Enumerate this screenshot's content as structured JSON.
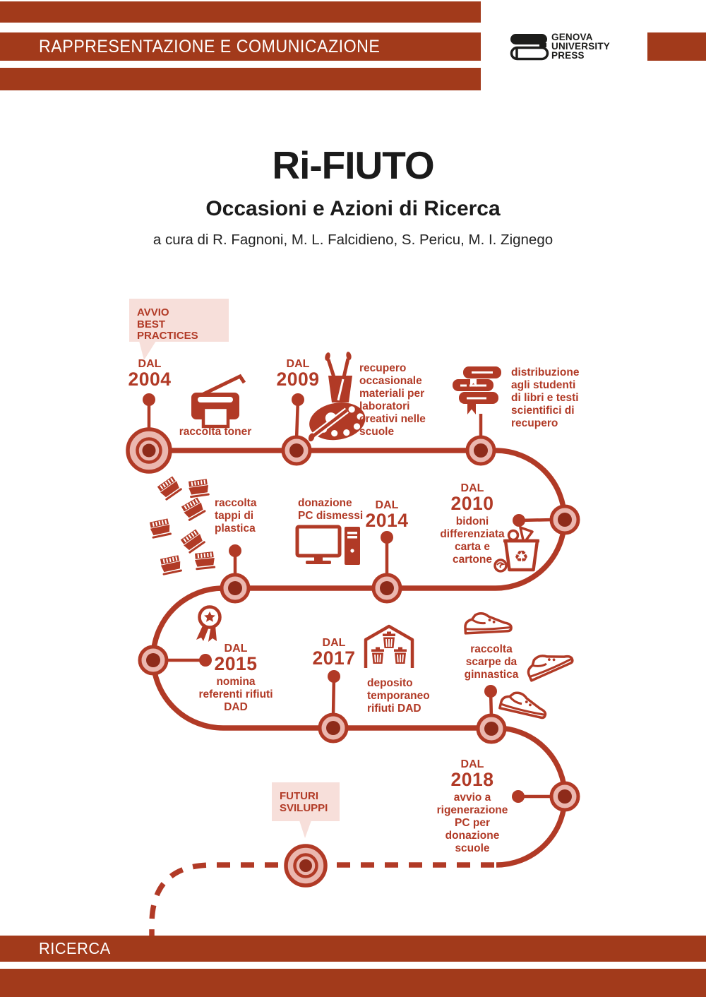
{
  "header": {
    "series_label": "RAPPRESENTAZIONE E COMUNICAZIONE",
    "publisher": {
      "line1": "GENOVA",
      "line2": "UNIVERSITY",
      "line3": "PRESS"
    }
  },
  "title_block": {
    "title": "Ri-FIUTO",
    "subtitle": "Occasioni e Azioni di Ricerca",
    "byline": "a cura di R. Fagnoni, M. L. Falcidieno, S. Pericu, M. I. Zignego"
  },
  "timeline": {
    "avvio": {
      "l1": "AVVIO",
      "l2": "BEST PRACTICES"
    },
    "futuri": {
      "l1": "FUTURI",
      "l2": "SVILUPPI"
    },
    "m2004": {
      "dal": "DAL",
      "year": "2004",
      "label": "raccolta toner"
    },
    "m2009": {
      "dal": "DAL",
      "year": "2009",
      "l1": "recupero",
      "l2": "occasionale",
      "l3": "materiali per",
      "l4": "laboratori",
      "l5": "creativi nelle",
      "l6": "scuole"
    },
    "mbooks": {
      "l1": "distribuzione",
      "l2": "agli studenti",
      "l3": "di libri e testi",
      "l4": "scientifici di",
      "l5": "recupero"
    },
    "m2010": {
      "dal": "DAL",
      "year": "2010",
      "l1": "bidoni",
      "l2": "differenziata",
      "l3": "carta e",
      "l4": "cartone"
    },
    "mcaps": {
      "l1": "raccolta",
      "l2": "tappi di",
      "l3": "plastica"
    },
    "mpc": {
      "l1": "donazione",
      "l2": "PC dismessi"
    },
    "m2014": {
      "dal": "DAL",
      "year": "2014"
    },
    "m2015": {
      "dal": "DAL",
      "year": "2015",
      "l1": "nomina",
      "l2": "referenti rifiuti",
      "l3": "DAD"
    },
    "m2017": {
      "dal": "DAL",
      "year": "2017"
    },
    "mdeposito": {
      "l1": "deposito",
      "l2": "temporaneo",
      "l3": "rifiuti DAD"
    },
    "mscarpe": {
      "l1": "raccolta",
      "l2": "scarpe da",
      "l3": "ginnastica"
    },
    "m2018": {
      "dal": "DAL",
      "year": "2018",
      "l1": "avvio a",
      "l2": "rigenerazione",
      "l3": "PC per",
      "l4": "donazione",
      "l5": "scuole"
    }
  },
  "footer": {
    "label": "RICERCA"
  },
  "icons": {
    "recycle_symbol": "♻",
    "names": [
      "printer-icon",
      "brush-cup-icon",
      "palette-icon",
      "books-icon",
      "bottle-caps-icon",
      "computer-icon",
      "recycle-bin-icon",
      "medal-icon",
      "warehouse-icon",
      "sneakers-icon",
      "publisher-books-icon"
    ]
  },
  "colors": {
    "band_red": "#A23A1B",
    "graphic_red": "#B13A26",
    "node_center": "#8E2B1A",
    "bubble_pink": "#F7DFDA",
    "node_fill": "#EBB7AF",
    "publisher_black": "#1D1D1B",
    "header_text": "#FFFFFF",
    "page_bg": "#FFFFFF"
  }
}
